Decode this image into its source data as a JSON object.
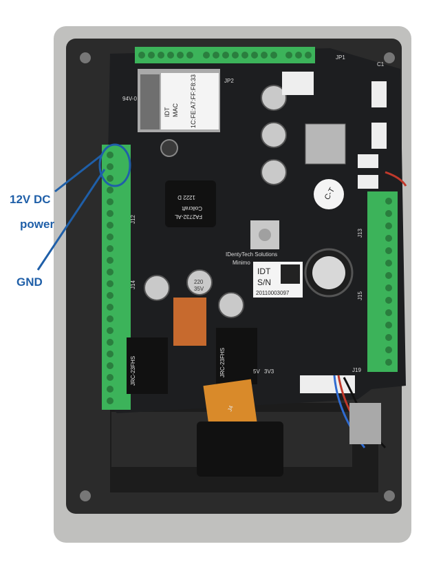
{
  "callouts": {
    "power_line1": "12V DC",
    "power_line2": "power",
    "gnd": "GND"
  },
  "board": {
    "company": "IDentyTech Solutions",
    "company_sub": "Minimo",
    "sn_label": "S/N",
    "idt_label": "IDT",
    "sn_value": "20110003097",
    "mac_label_1": "IDT",
    "mac_label_2": "MAC",
    "mac_value": "1C:FE:A7:FF:F8:33",
    "ic_brand": "Coilcraft",
    "ic_part": "FA2732-AL",
    "ic_code": "1222 D",
    "rohs": "94V-0",
    "relay_model": "JRC-23FHS",
    "cap_value": "220",
    "cap_rating": "35V",
    "label_j12": "J12",
    "label_j13": "J13",
    "label_j14": "J14",
    "label_j15": "J15",
    "label_j19": "J19",
    "label_j4": "J4",
    "label_jp1": "JP1",
    "label_jp2": "JP2",
    "label_5v": "5V",
    "label_3v3": "3V3",
    "label_c1": "C1",
    "label_c_t": "C-T"
  },
  "colors": {
    "callout": "#1f5fa8",
    "pcb": "#1c1d1f",
    "terminal": "#3cb35a",
    "enclosure": "#b9b9b7",
    "enclosure_inner": "#2a2a2a"
  }
}
